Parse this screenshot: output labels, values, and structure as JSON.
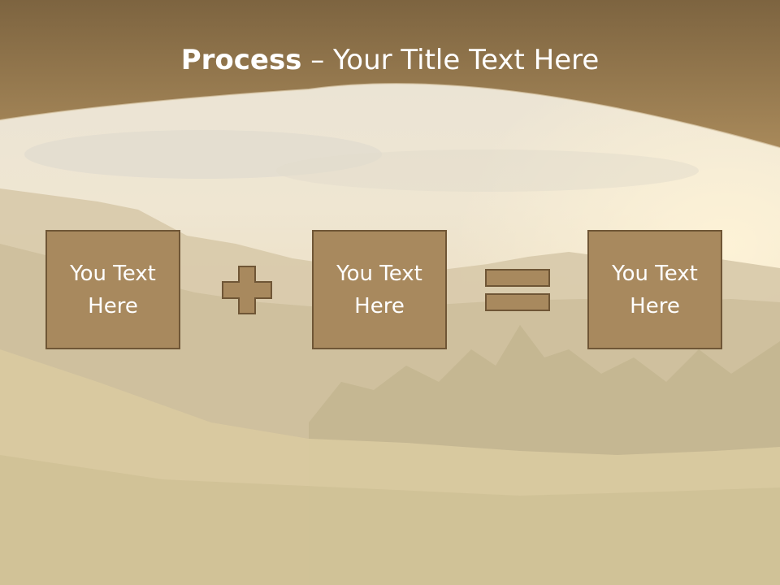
{
  "slide": {
    "title_bold": "Process",
    "title_rest": " – Your Title Text Here",
    "boxes": [
      {
        "text": "You Text Here"
      },
      {
        "text": "You Text Here"
      },
      {
        "text": "You Text Here"
      }
    ],
    "operators": [
      "plus-icon",
      "equals-icon"
    ]
  },
  "colors": {
    "header_band": "#94744a",
    "box_fill": "#a8895e",
    "box_border": "#6f5636",
    "text": "#ffffff"
  }
}
